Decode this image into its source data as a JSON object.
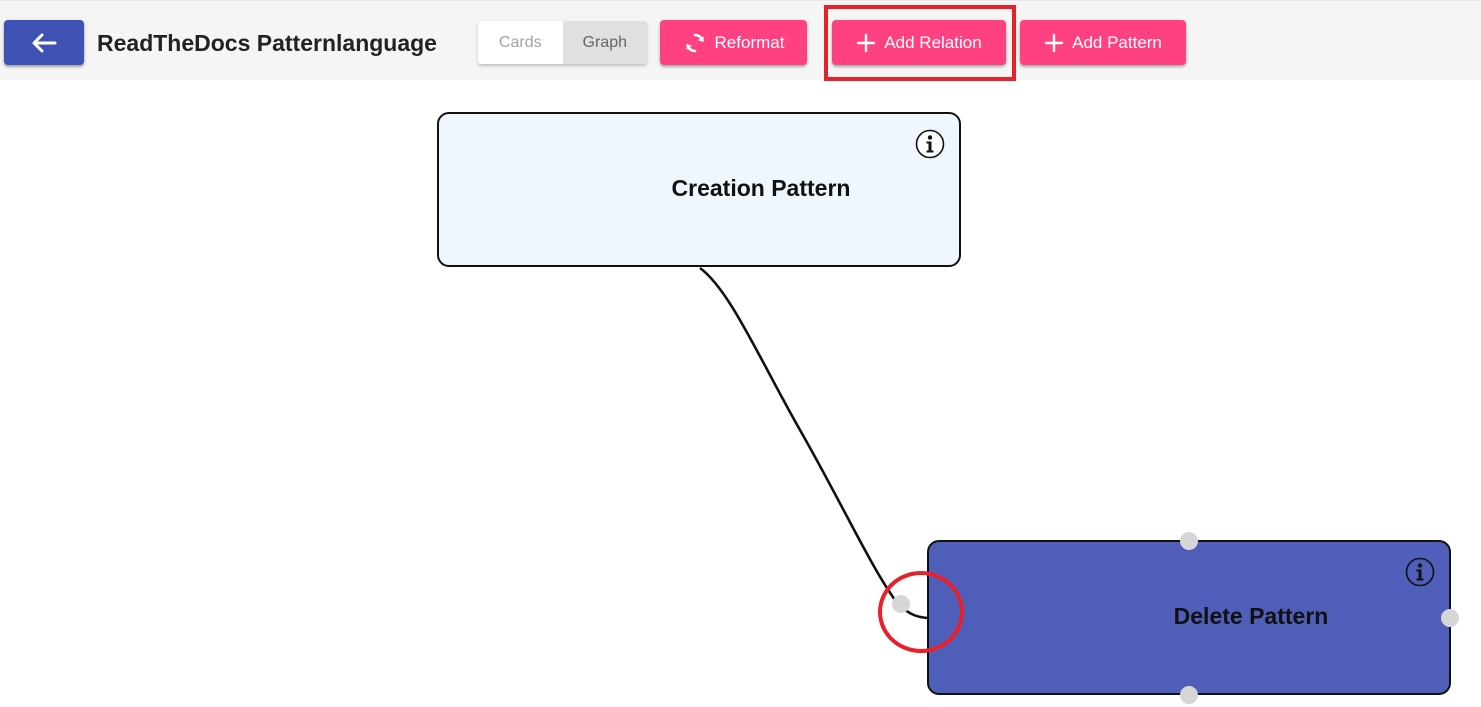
{
  "toolbar": {
    "back_icon": "arrow-left-icon",
    "title": "ReadTheDocs Patternlanguage",
    "view_toggle": {
      "cards_label": "Cards",
      "graph_label": "Graph",
      "selected": "Graph"
    },
    "reformat_label": "Reformat",
    "reformat_icon": "refresh-icon",
    "add_relation_label": "Add Relation",
    "add_relation_icon": "plus-icon",
    "add_pattern_label": "Add Pattern",
    "add_pattern_icon": "plus-icon"
  },
  "graph": {
    "nodes": [
      {
        "label": "Creation Pattern",
        "icon": "info-icon",
        "fill": "#f0f6fd"
      },
      {
        "label": "Delete Pattern",
        "icon": "info-icon",
        "fill": "#4f5fb9"
      }
    ],
    "edges": [
      {
        "from": "Creation Pattern",
        "to": "Delete Pattern"
      }
    ]
  },
  "colors": {
    "primary": "#3f51b5",
    "accent": "#ff4081",
    "highlight": "#e8202a",
    "node_selected": "#4f5fb9",
    "node_default": "#f0f6fd"
  }
}
